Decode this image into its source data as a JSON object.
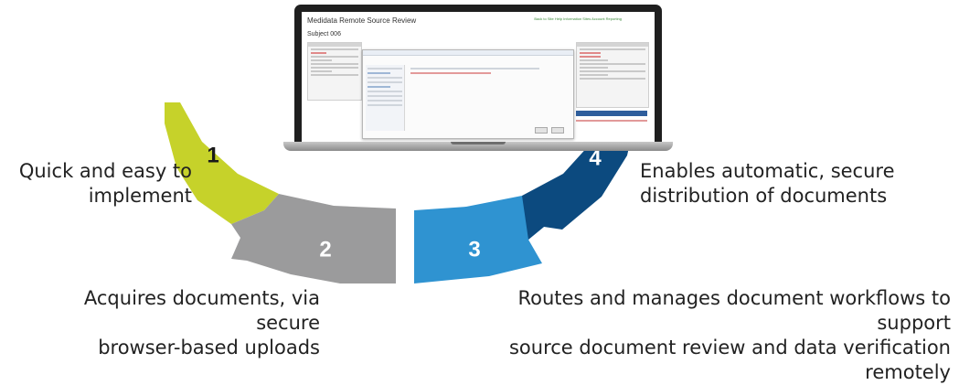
{
  "steps": [
    {
      "number": "1",
      "caption_lines": [
        "Quick and easy to",
        "implement"
      ],
      "color": "#c6d22a"
    },
    {
      "number": "2",
      "caption_lines": [
        "Acquires documents, via secure",
        "browser-based uploads"
      ],
      "color": "#9b9b9c"
    },
    {
      "number": "3",
      "caption_lines": [
        "Routes and manages document workflows to support",
        "source document review and data verification remotely"
      ],
      "color": "#2f93d1"
    },
    {
      "number": "4",
      "caption_lines": [
        "Enables automatic, secure",
        "distribution of documents"
      ],
      "color": "#0c4a7f"
    }
  ],
  "laptop_screen": {
    "app_title": "Medidata Remote Source Review",
    "nav": "Back to Site  Help  Information  Sites  Account  Reporting",
    "subject": "Subject 006"
  }
}
